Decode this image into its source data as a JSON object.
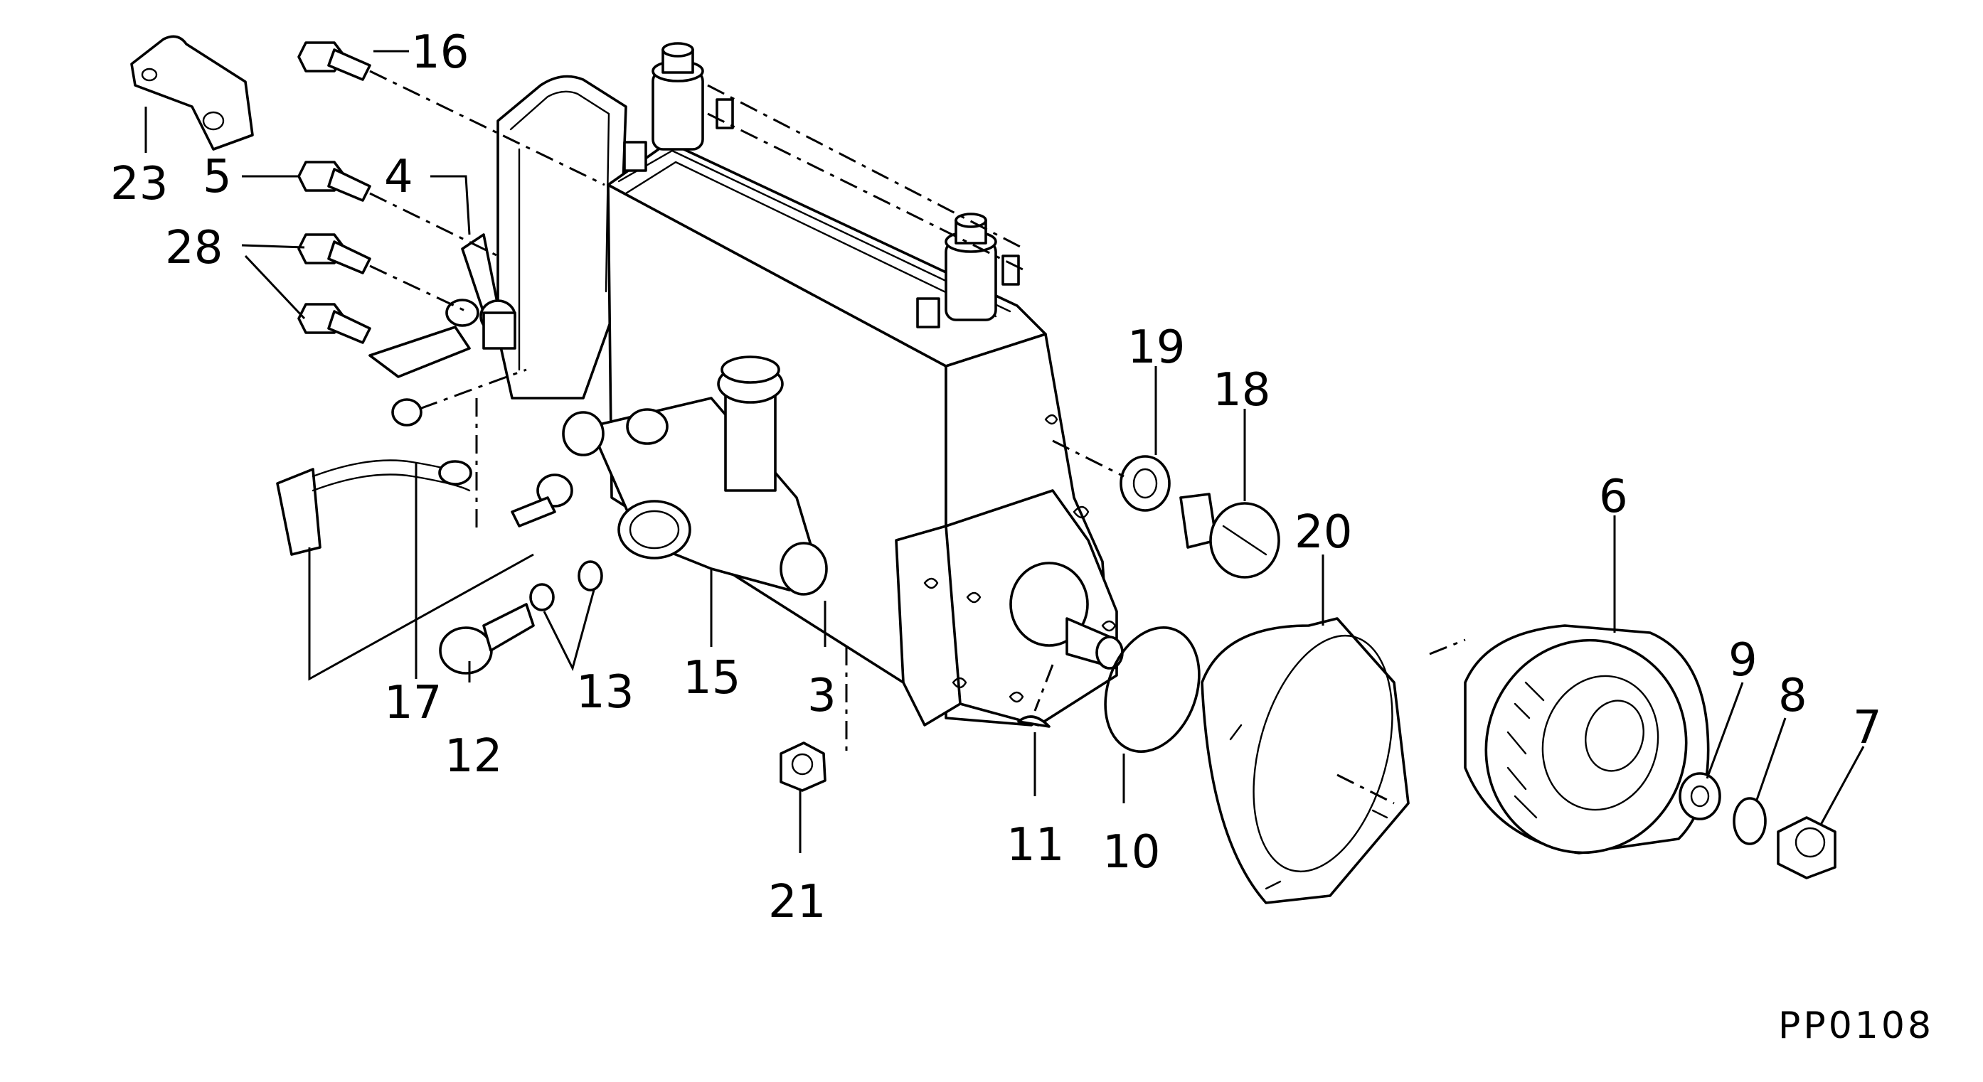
{
  "diagram": {
    "code": "PP0108",
    "callouts": [
      "23",
      "16",
      "5",
      "4",
      "28",
      "19",
      "18",
      "20",
      "6",
      "9",
      "8",
      "7",
      "17",
      "12",
      "13",
      "15",
      "3",
      "21",
      "11",
      "10"
    ]
  }
}
